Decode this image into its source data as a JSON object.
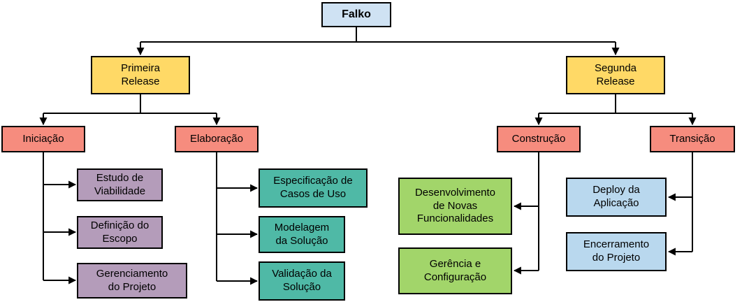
{
  "diagram_title": "Falko",
  "colors": {
    "root_fill": "#cfe2f3",
    "release_fill": "#ffd966",
    "phase_fill": "#f68c7e",
    "iniciacao_leaf_fill": "#b49cba",
    "elaboracao_leaf_fill": "#4fb9a6",
    "construcao_leaf_fill": "#a2d56a",
    "transicao_leaf_fill": "#b9d8ee",
    "border": "#000000",
    "connector": "#000000",
    "background": "#ffffff"
  },
  "nodes": {
    "falko": {
      "label": "Falko"
    },
    "primeira_release": {
      "label": "Primeira\nRelease"
    },
    "segunda_release": {
      "label": "Segunda\nRelease"
    },
    "iniciacao": {
      "label": "Iniciação"
    },
    "elaboracao": {
      "label": "Elaboração"
    },
    "construcao": {
      "label": "Construção"
    },
    "transicao": {
      "label": "Transição"
    },
    "estudo_viabilidade": {
      "label": "Estudo de\nViabilidade"
    },
    "definicao_escopo": {
      "label": "Definição do\nEscopo"
    },
    "gerenciamento_projeto": {
      "label": "Gerenciamento\ndo Projeto"
    },
    "especificacao_casos_uso": {
      "label": "Especificação de\nCasos de Uso"
    },
    "modelagem_solucao": {
      "label": "Modelagem\nda Solução"
    },
    "validacao_solucao": {
      "label": "Validação da\nSolução"
    },
    "desenvolvimento_funcionalidades": {
      "label": "Desenvolvimento\nde Novas\nFuncionalidades"
    },
    "gerencia_configuracao": {
      "label": "Gerência e\nConfiguração"
    },
    "deploy_aplicacao": {
      "label": "Deploy da\nAplicação"
    },
    "encerramento_projeto": {
      "label": "Encerramento\ndo Projeto"
    }
  },
  "edges": [
    {
      "from": "Falko",
      "to": "Primeira Release"
    },
    {
      "from": "Falko",
      "to": "Segunda Release"
    },
    {
      "from": "Primeira Release",
      "to": "Iniciação"
    },
    {
      "from": "Primeira Release",
      "to": "Elaboração"
    },
    {
      "from": "Segunda Release",
      "to": "Construção"
    },
    {
      "from": "Segunda Release",
      "to": "Transição"
    },
    {
      "from": "Iniciação",
      "to": "Estudo de Viabilidade"
    },
    {
      "from": "Iniciação",
      "to": "Definição do Escopo"
    },
    {
      "from": "Iniciação",
      "to": "Gerenciamento do Projeto"
    },
    {
      "from": "Elaboração",
      "to": "Especificação de Casos de Uso"
    },
    {
      "from": "Elaboração",
      "to": "Modelagem da Solução"
    },
    {
      "from": "Elaboração",
      "to": "Validação da Solução"
    },
    {
      "from": "Construção",
      "to": "Desenvolvimento de Novas Funcionalidades"
    },
    {
      "from": "Construção",
      "to": "Gerência e Configuração"
    },
    {
      "from": "Transição",
      "to": "Deploy da Aplicação"
    },
    {
      "from": "Transição",
      "to": "Encerramento do Projeto"
    }
  ]
}
